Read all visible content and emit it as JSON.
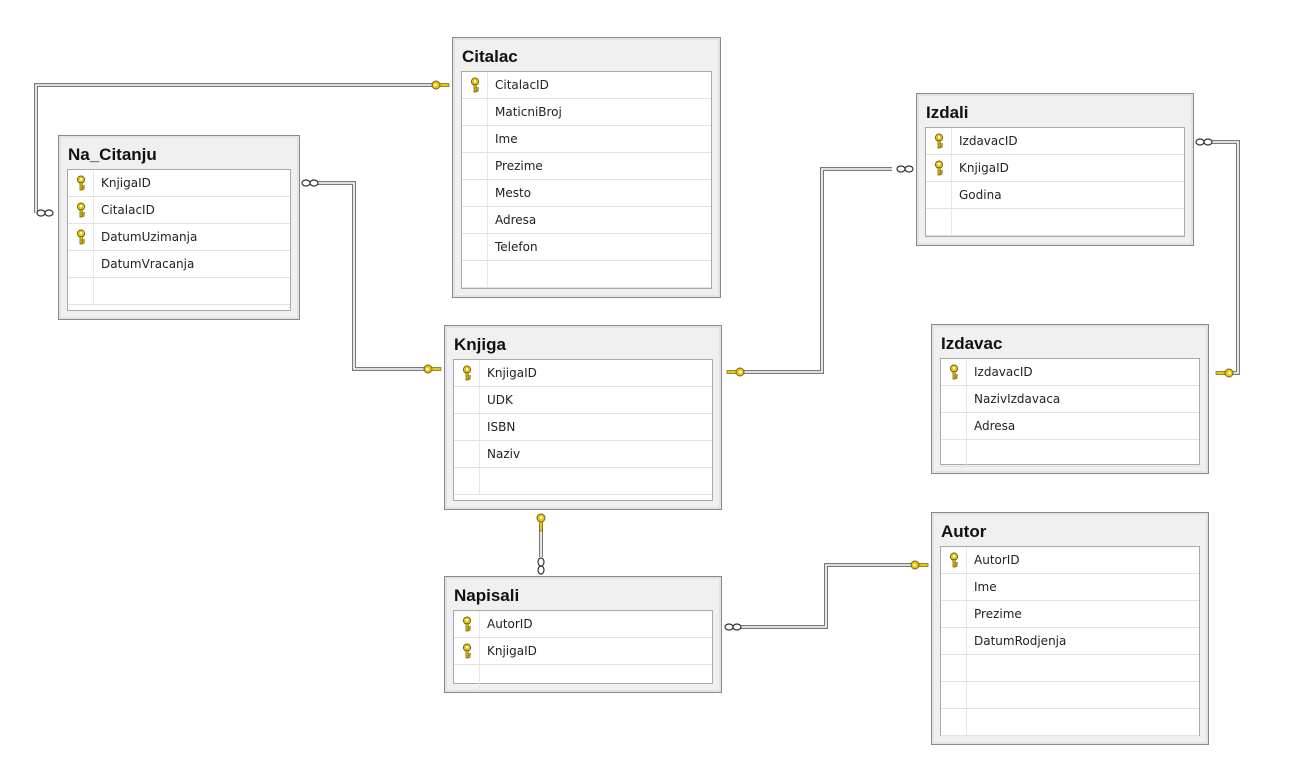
{
  "diagram": {
    "tables": [
      {
        "id": "citalac",
        "name": "Citalac",
        "columns": [
          {
            "name": "CitalacID",
            "pk": true
          },
          {
            "name": "MaticniBroj",
            "pk": false
          },
          {
            "name": "Ime",
            "pk": false
          },
          {
            "name": "Prezime",
            "pk": false
          },
          {
            "name": "Mesto",
            "pk": false
          },
          {
            "name": "Adresa",
            "pk": false
          },
          {
            "name": "Telefon",
            "pk": false
          }
        ]
      },
      {
        "id": "na_citanju",
        "name": "Na_Citanju",
        "columns": [
          {
            "name": "KnjigaID",
            "pk": true
          },
          {
            "name": "CitalacID",
            "pk": true
          },
          {
            "name": "DatumUzimanja",
            "pk": true
          },
          {
            "name": "DatumVracanja",
            "pk": false
          }
        ]
      },
      {
        "id": "izdali",
        "name": "Izdali",
        "columns": [
          {
            "name": "IzdavacID",
            "pk": true
          },
          {
            "name": "KnjigaID",
            "pk": true
          },
          {
            "name": "Godina",
            "pk": false
          }
        ]
      },
      {
        "id": "knjiga",
        "name": "Knjiga",
        "columns": [
          {
            "name": "KnjigaID",
            "pk": true
          },
          {
            "name": "UDK",
            "pk": false
          },
          {
            "name": "ISBN",
            "pk": false
          },
          {
            "name": "Naziv",
            "pk": false
          }
        ]
      },
      {
        "id": "izdavac",
        "name": "Izdavac",
        "columns": [
          {
            "name": "IzdavacID",
            "pk": true
          },
          {
            "name": "NazivIzdavaca",
            "pk": false
          },
          {
            "name": "Adresa",
            "pk": false
          }
        ]
      },
      {
        "id": "napisali",
        "name": "Napisali",
        "columns": [
          {
            "name": "AutorID",
            "pk": true
          },
          {
            "name": "KnjigaID",
            "pk": true
          }
        ]
      },
      {
        "id": "autor",
        "name": "Autor",
        "columns": [
          {
            "name": "AutorID",
            "pk": true
          },
          {
            "name": "Ime",
            "pk": false
          },
          {
            "name": "Prezime",
            "pk": false
          },
          {
            "name": "DatumRodjenja",
            "pk": false
          }
        ]
      }
    ],
    "relationships": [
      {
        "from": "na_citanju",
        "to": "citalac",
        "cardinality": "many-to-one"
      },
      {
        "from": "na_citanju",
        "to": "knjiga",
        "cardinality": "many-to-one"
      },
      {
        "from": "izdali",
        "to": "knjiga",
        "cardinality": "many-to-one"
      },
      {
        "from": "izdali",
        "to": "izdavac",
        "cardinality": "many-to-one"
      },
      {
        "from": "napisali",
        "to": "knjiga",
        "cardinality": "many-to-one"
      },
      {
        "from": "napisali",
        "to": "autor",
        "cardinality": "many-to-one"
      }
    ],
    "icons": {
      "primary_key": "key-icon",
      "many_end": "infinity-icon"
    },
    "colors": {
      "key": "#e8c51a",
      "line": "#7a7a7a",
      "table_bg": "#f0f0f0",
      "grid_bg": "#ffffff"
    }
  }
}
